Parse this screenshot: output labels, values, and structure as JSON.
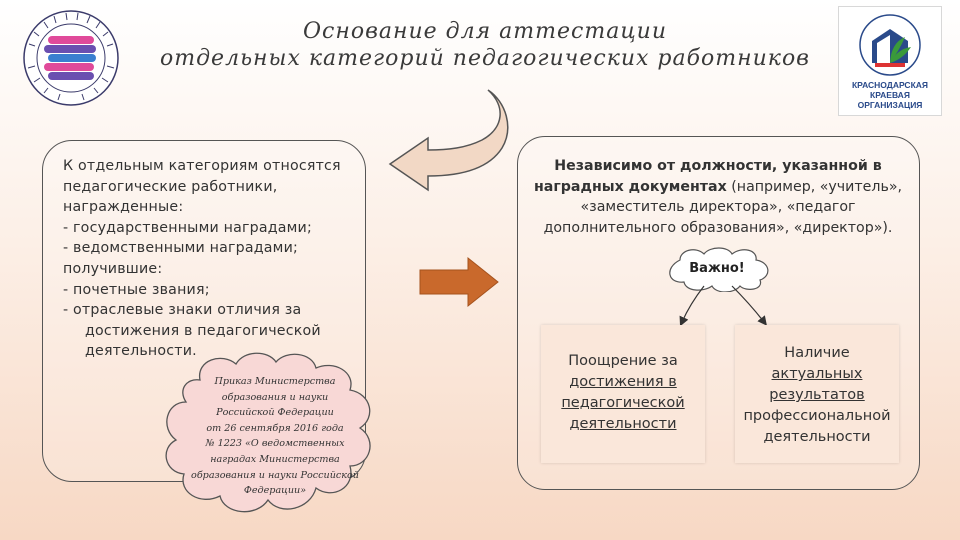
{
  "title": {
    "line1": "Основание для аттестации",
    "line2": "отдельных категорий педагогических работников"
  },
  "logo_right": {
    "line1": "КРАСНОДАРСКАЯ",
    "line2": "КРАЕВАЯ",
    "line3": "ОРГАНИЗАЦИЯ"
  },
  "left_box": {
    "lines": [
      "К отдельным категориям относятся",
      "педагогические работники,",
      "награжденные:",
      "-  государственными наградами;",
      "-  ведомственными наградами;",
      "получившие:",
      "-  почетные звания;",
      "-  отраслевые знаки отличия за",
      "достижения в педагогической",
      "деятельности."
    ]
  },
  "cloud": {
    "lines": [
      "Приказ Министерства",
      "образования и науки",
      "Российской Федерации",
      "от 26 сентября 2016 года",
      "№ 1223 «О ведомственных",
      "наградах Министерства",
      "образования и науки Российской",
      "Федерации»"
    ]
  },
  "right_box": {
    "bold_part": "Независимо от должности, указанной в наградных документах",
    "normal_part": " (например, «учитель», «заместитель директора», «педагог дополнительного образования», «директор»).",
    "important_label": "Важно!"
  },
  "cards": [
    {
      "lines": [
        "Поощрение за",
        "достижения в",
        "педагогической",
        "деятельности"
      ]
    },
    {
      "lines": [
        "Наличие",
        "актуальных",
        "результатов",
        "профессиональной",
        "деятельности"
      ]
    }
  ],
  "colors": {
    "arrow_fill": "#c9692c",
    "curved_arrow_fill": "#f2d8c5",
    "cloud_fill": "#f8d8d6",
    "card_fill": "#fae7da",
    "logo_right_blue": "#2a4a8a",
    "logo_right_green": "#3a9a3a"
  }
}
